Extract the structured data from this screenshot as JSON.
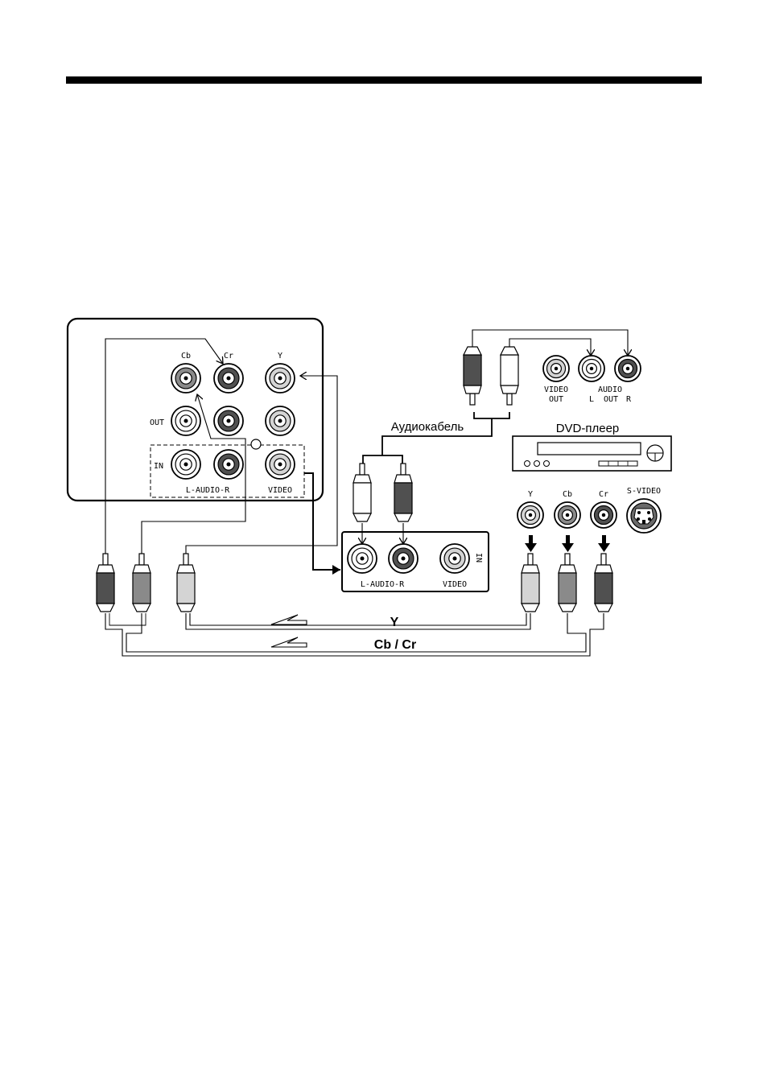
{
  "tv_panel": {
    "header_cb": "Cb",
    "header_cr": "Cr",
    "header_y": "Y",
    "row_out": "OUT",
    "row_in": "IN",
    "label_audio": "L-AUDIO-R",
    "label_video": "VIDEO"
  },
  "dvd": {
    "label_video_out_1": "VIDEO",
    "label_video_out_2": "OUT",
    "label_audio_1": "AUDIO",
    "label_audio_l": "L",
    "label_audio_out": "OUT",
    "label_audio_r": "R",
    "title": "DVD-плеер",
    "comp_y": "Y",
    "comp_cb": "Cb",
    "comp_cr": "Cr",
    "svideo": "S-VIDEO"
  },
  "audio_cable_label": "Аудиокабель",
  "amp_panel": {
    "label_audio": "L-AUDIO-R",
    "label_video": "VIDEO",
    "label_in": "IN"
  },
  "cable_y_label": "Y",
  "cable_cbcr_label": "Cb / Cr",
  "colors": {
    "white": "#ffffff",
    "light_gray": "#d4d4d4",
    "mid_gray": "#8a8a8a",
    "dark_gray": "#505050",
    "black": "#000000"
  }
}
